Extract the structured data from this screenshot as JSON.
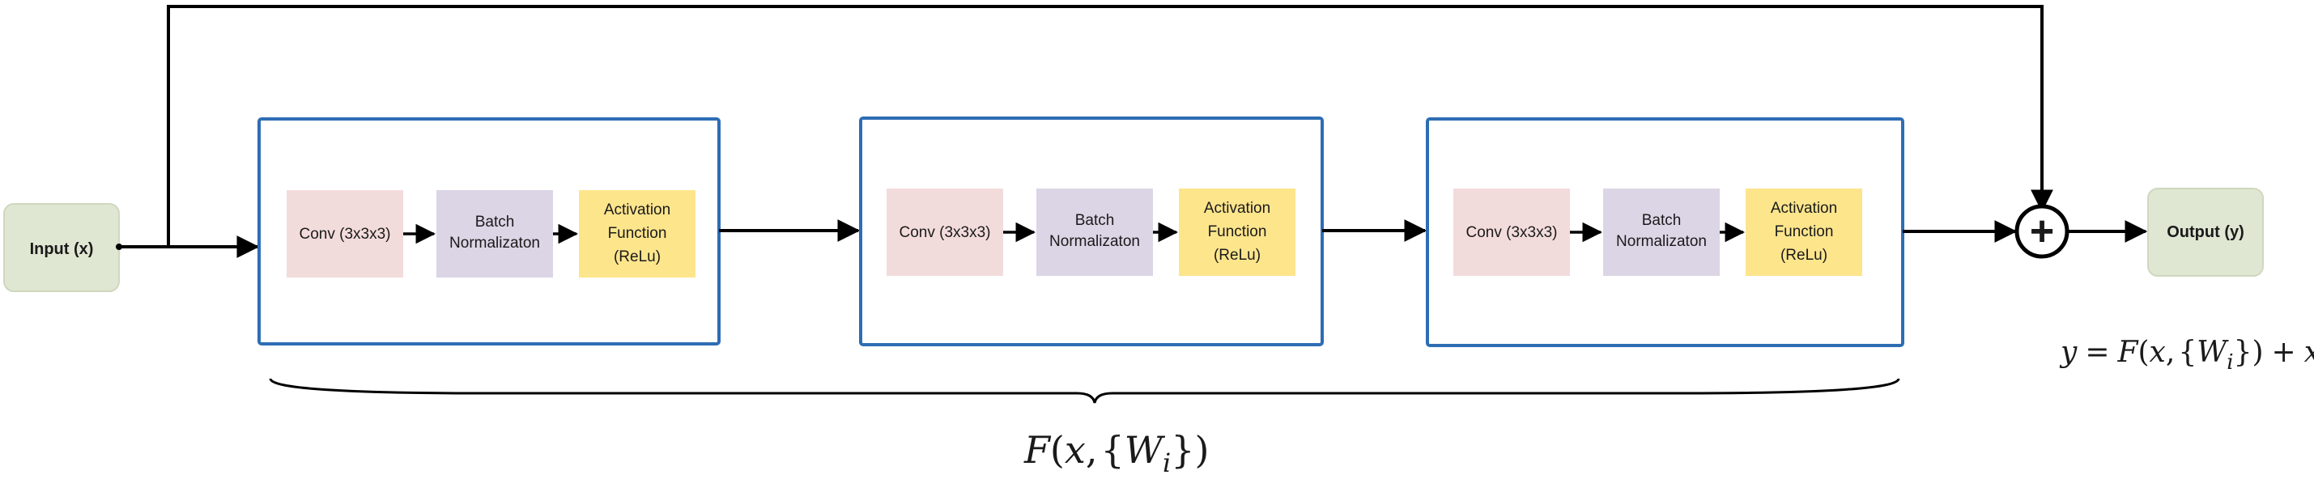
{
  "input": {
    "label": "Input (x)"
  },
  "output": {
    "label": "Output (y)"
  },
  "blocks": [
    {
      "conv": "Conv (3x3x3)",
      "bn": [
        "Batch",
        "Normalizaton"
      ],
      "act": [
        "Activation",
        "Function",
        "(ReLu)"
      ]
    },
    {
      "conv": "Conv (3x3x3)",
      "bn": [
        "Batch",
        "Normalizaton"
      ],
      "act": [
        "Activation",
        "Function",
        "(ReLu)"
      ]
    },
    {
      "conv": "Conv (3x3x3)",
      "bn": [
        "Batch",
        "Normalizaton"
      ],
      "act": [
        "Activation",
        "Function",
        "(ReLu)"
      ]
    }
  ],
  "sum_symbol": "+",
  "equations": {
    "residual": {
      "lhs": "y",
      "eq": "=",
      "f": "F",
      "open": "(",
      "x": "x",
      "sep": ",",
      "lbrace": "{",
      "w": "W",
      "sub": "i",
      "rbrace": "}",
      "close": ")",
      "plus": "+",
      "x2": "x"
    },
    "brace_label": {
      "f": "F",
      "open": "(",
      "x": "x",
      "sep": ",",
      "lbrace": "{",
      "w": "W",
      "sub": "i",
      "rbrace": "}",
      "close": ")"
    }
  },
  "colors": {
    "conv": "#f2dcdb",
    "bn": "#dcd5e6",
    "act": "#fde58c",
    "io": "#dfe6d2",
    "block_border": "#2e6db4",
    "line": "#000000"
  }
}
